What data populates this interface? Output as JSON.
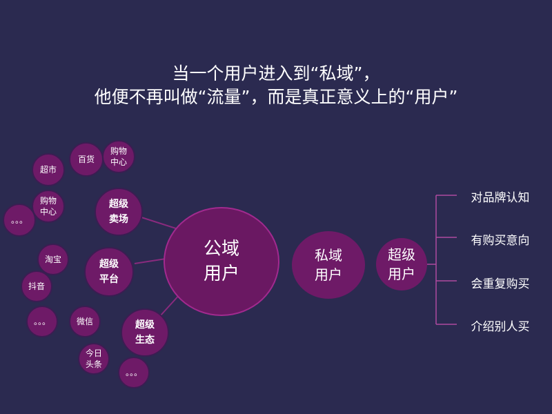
{
  "title": {
    "line1": "当一个用户进入到“私域”，",
    "line2": "他便不再叫做“流量”，而是真正意义上的“用户”"
  },
  "nodes": {
    "baihuo": "百货",
    "gouwu_top": "购物\n中心",
    "chaoshi": "超市",
    "gouwu_left": "购物\n中心",
    "dots_left": "。。。",
    "chaoji_maichang": "超级\n卖场",
    "taobao": "淘宝",
    "chaoji_pingtai": "超级\n平台",
    "douyin": "抖音",
    "dots_mid": "。。。",
    "weixin": "微信",
    "chaoji_shengtai": "超级\n生态",
    "jinri": "今日\n头条",
    "dots_bottom": "。。。",
    "gongyu": "公域\n用户",
    "siyu": "私域\n用户",
    "chaoji_yonghu": "超级\n用户"
  },
  "outcomes": [
    "对品牌认知",
    "有购买意向",
    "会重复购买",
    "介绍别人买"
  ],
  "colors": {
    "background": "#2b2a50",
    "node": "#6e1a67",
    "accent": "#a22a8f"
  }
}
